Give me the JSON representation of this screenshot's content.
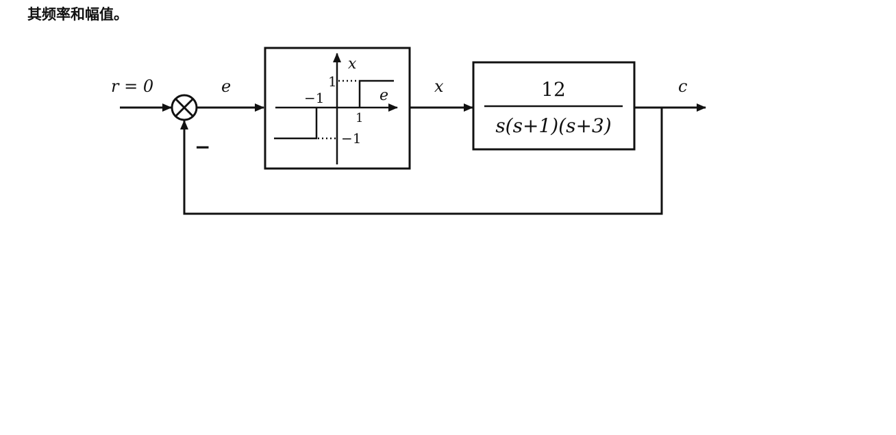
{
  "caption": "其频率和幅值。",
  "diagram": {
    "input_label": "r = 0",
    "error_label": "e",
    "nonlinear_output_label": "x",
    "output_label": "c",
    "feedback_sign": "−",
    "nonlinearity": {
      "axis_x_label": "e",
      "axis_y_label": "x",
      "tick_pos_x": "1",
      "tick_neg_x": "−1",
      "tick_pos_y": "1",
      "tick_neg_y": "−1"
    },
    "plant": {
      "numerator": "12",
      "denominator": "s(s+1)(s+3)"
    }
  },
  "colors": {
    "line": "#111111",
    "background": "#ffffff"
  }
}
